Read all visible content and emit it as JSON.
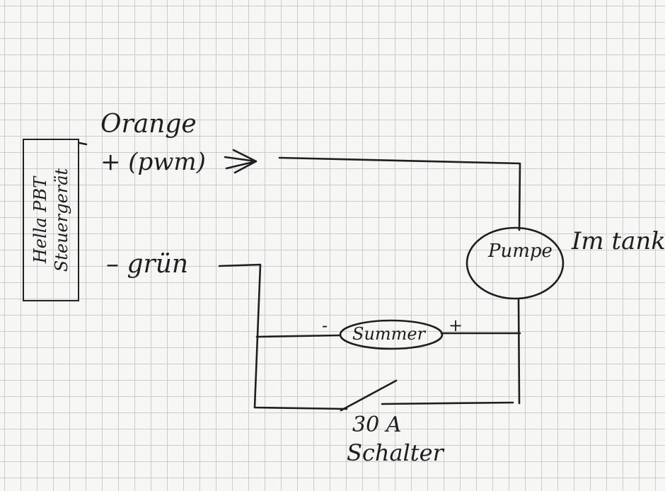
{
  "device": {
    "label_line1": "Hella PBT",
    "label_line2": "Steuergerät"
  },
  "wires": {
    "positive_color": "Orange",
    "positive_label": "+ (pwm)",
    "arrow": "⇒",
    "negative_label": "– grün"
  },
  "pump": {
    "label": "Pumpe",
    "location": "Im tank"
  },
  "buzzer": {
    "label": "Summer",
    "minus": "-",
    "plus": "+"
  },
  "switch": {
    "rating": "30 A",
    "label": "Schalter"
  },
  "colors": {
    "ink": "#1e1e1e",
    "grid": "#c9cbcc",
    "paper": "#f6f6f4"
  }
}
